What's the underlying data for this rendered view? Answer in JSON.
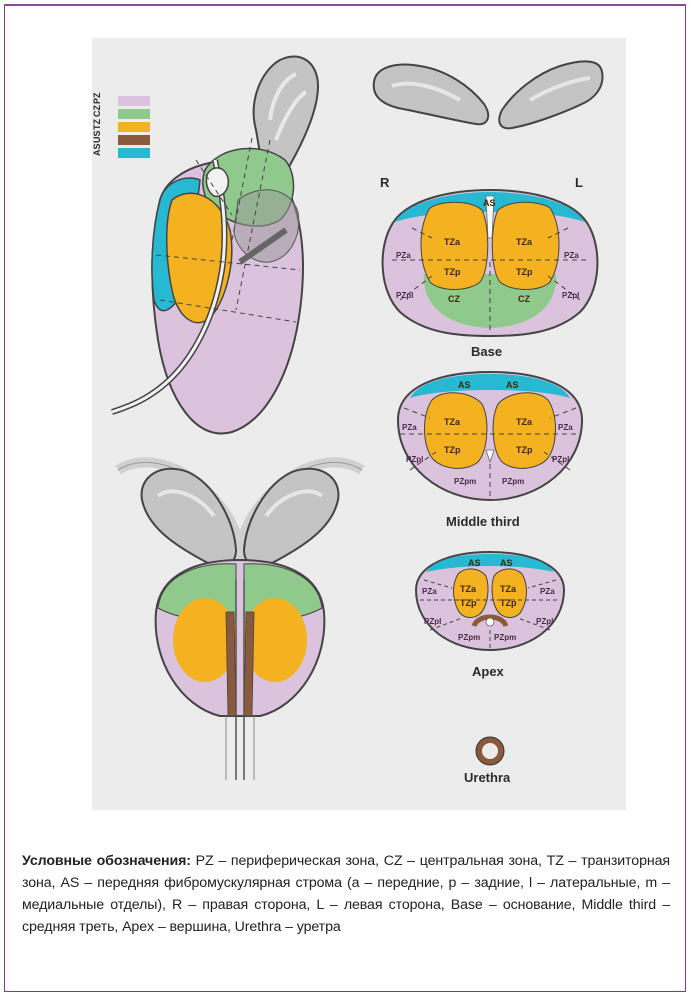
{
  "legend": {
    "items": [
      {
        "code": "PZ",
        "color": "#dcc3dd"
      },
      {
        "code": "CZ",
        "color": "#8fc98c"
      },
      {
        "code": "TZ",
        "color": "#f4b120"
      },
      {
        "code": "US",
        "color": "#8b5a3c"
      },
      {
        "code": "AS",
        "color": "#27b8d2"
      }
    ]
  },
  "side_labels": {
    "right": "R",
    "left": "L"
  },
  "sections": {
    "base": {
      "title": "Base",
      "zones": {
        "as": "AS",
        "tza_r": "TZa",
        "tza_l": "TZa",
        "tzp_r": "TZp",
        "tzp_l": "TZp",
        "pza_r": "PZa",
        "pza_l": "PZa",
        "pzpl_r": "PZpl",
        "pzpl_l": "PZpl",
        "cz_r": "CZ",
        "cz_l": "CZ"
      }
    },
    "middle": {
      "title": "Middle third",
      "zones": {
        "as_r": "AS",
        "as_l": "AS",
        "tza_r": "TZa",
        "tza_l": "TZa",
        "tzp_r": "TZp",
        "tzp_l": "TZp",
        "pza_r": "PZa",
        "pza_l": "PZa",
        "pzpl_r": "PZpl",
        "pzpl_l": "PZpl",
        "pzpm_r": "PZpm",
        "pzpm_l": "PZpm"
      }
    },
    "apex": {
      "title": "Apex",
      "zones": {
        "as_r": "AS",
        "as_l": "AS",
        "tza_r": "TZa",
        "tza_l": "TZa",
        "tzp_r": "TZp",
        "tzp_l": "TZp",
        "pza_r": "PZa",
        "pza_l": "PZa",
        "pzpl_r": "PZpl",
        "pzpl_l": "PZpl",
        "pzpm_r": "PZpm",
        "pzpm_l": "PZpm"
      }
    },
    "urethra": {
      "title": "Urethra"
    }
  },
  "caption": {
    "lead": "Условные обозначения:",
    "text": " PZ – периферическая зона, CZ – центральная зона, TZ – транзиторная зона, AS – передняя фибромускулярная строма (a – передние, p – задние, l – латеральные, m – медиальные отделы), R – правая сторона, L – левая сторона, Base – основание, Middle third – средняя треть, Apex – вершина, Urethra – уретра"
  },
  "colors": {
    "pz": "#dcc3dd",
    "cz": "#8fc98c",
    "tz": "#f4b120",
    "us": "#8b5a3c",
    "as": "#27b8d2",
    "seminal": "#c4c4c4",
    "panel": "#ececec",
    "frame": "#7a3d8a"
  }
}
